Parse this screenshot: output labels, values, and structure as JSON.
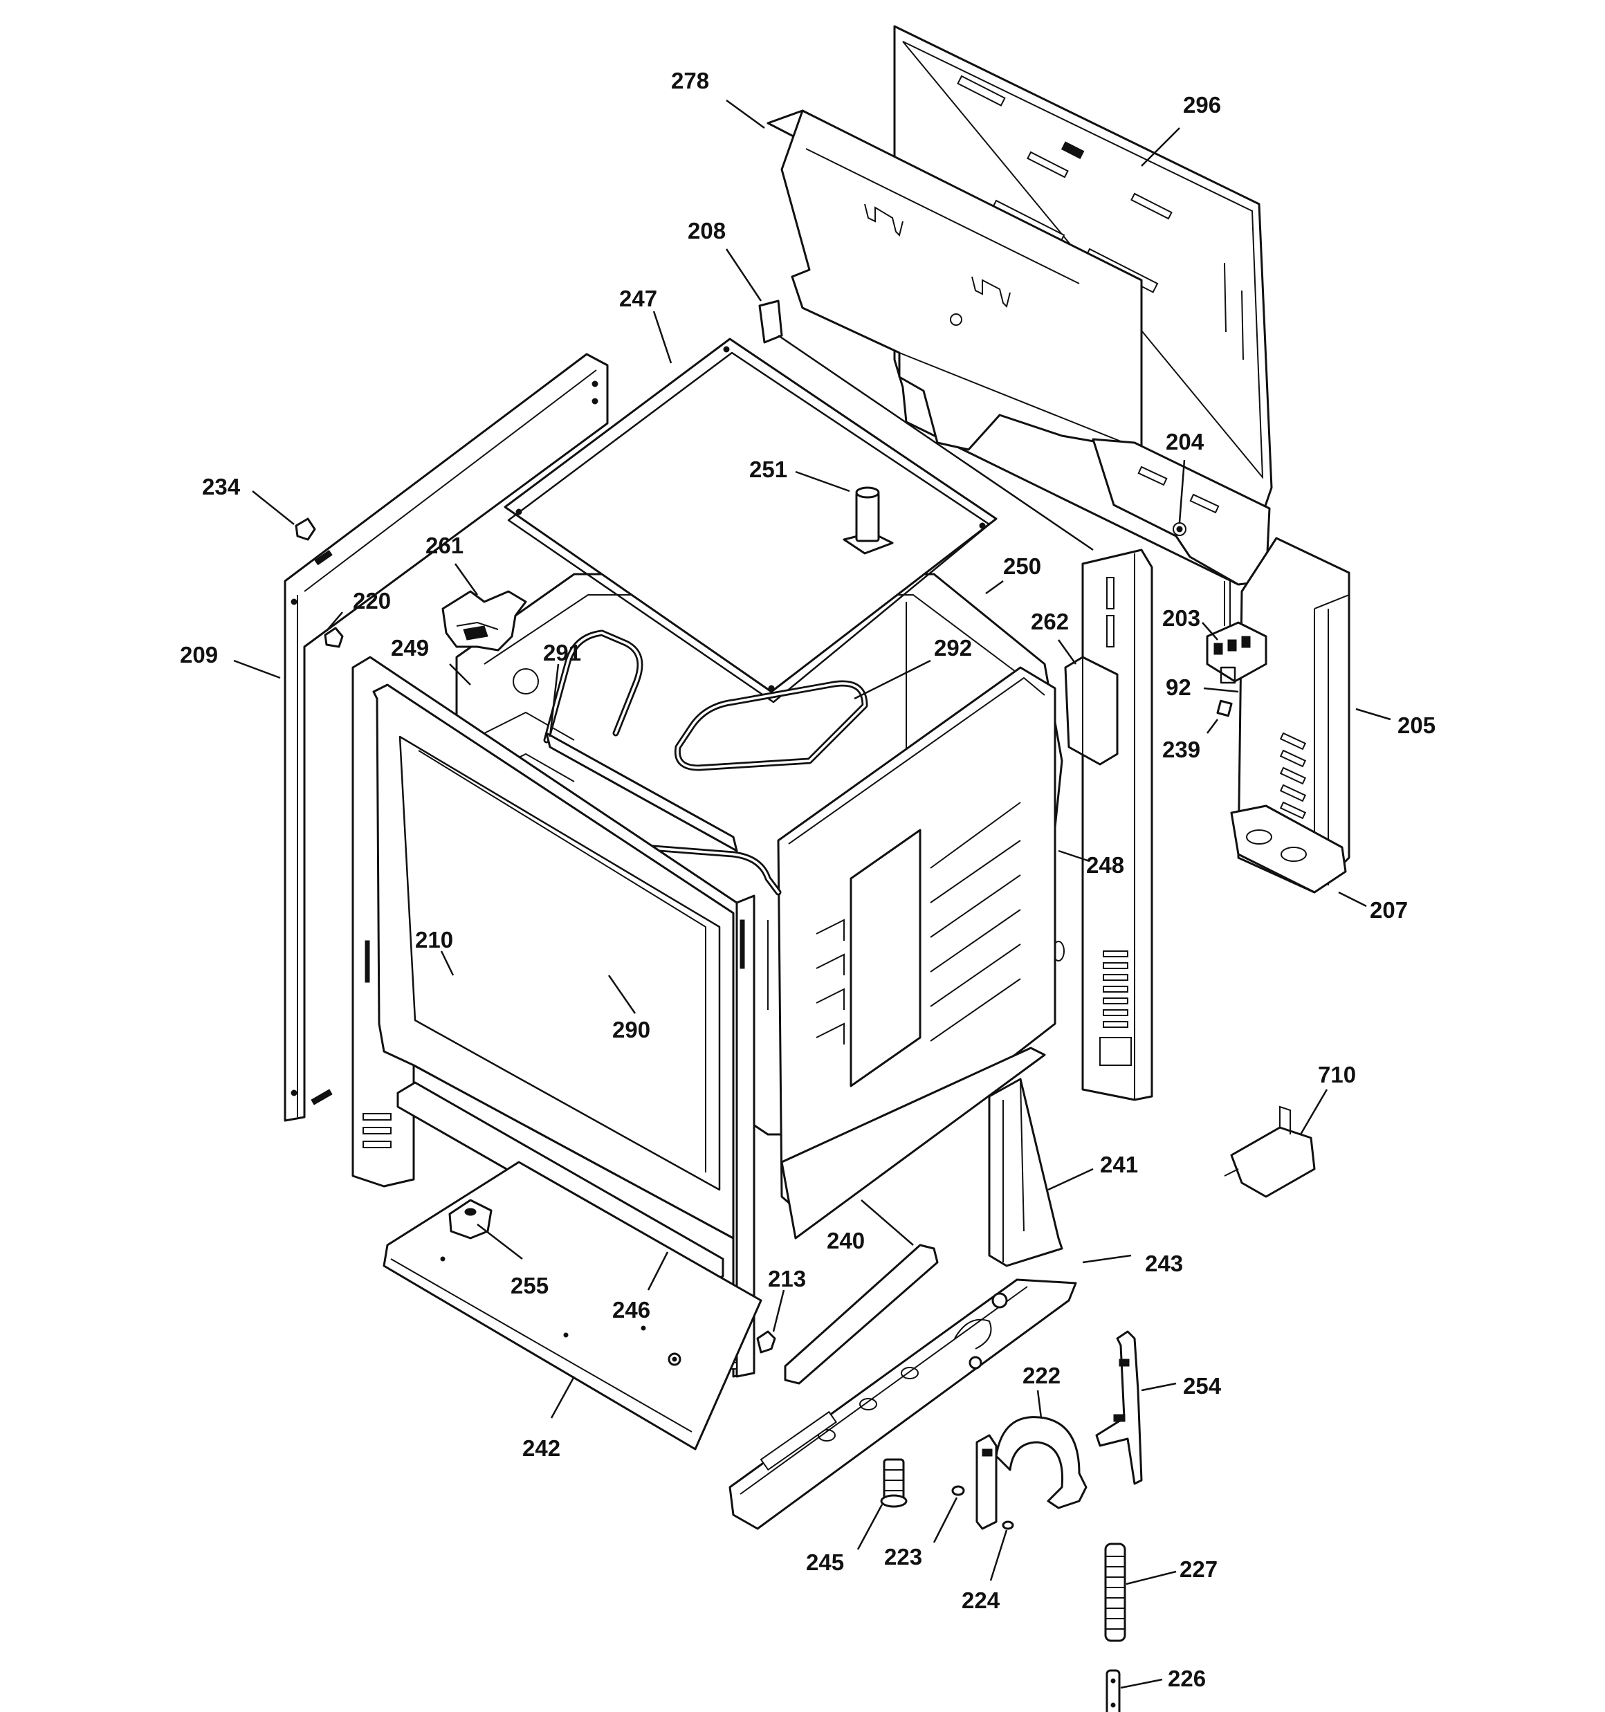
{
  "diagram": {
    "callouts": [
      {
        "id": "278",
        "text": "278"
      },
      {
        "id": "296",
        "text": "296"
      },
      {
        "id": "208",
        "text": "208"
      },
      {
        "id": "247",
        "text": "247"
      },
      {
        "id": "251",
        "text": "251"
      },
      {
        "id": "204",
        "text": "204"
      },
      {
        "id": "234",
        "text": "234"
      },
      {
        "id": "261",
        "text": "261"
      },
      {
        "id": "250",
        "text": "250"
      },
      {
        "id": "220",
        "text": "220"
      },
      {
        "id": "262",
        "text": "262"
      },
      {
        "id": "203",
        "text": "203"
      },
      {
        "id": "209",
        "text": "209"
      },
      {
        "id": "249",
        "text": "249"
      },
      {
        "id": "291",
        "text": "291"
      },
      {
        "id": "292",
        "text": "292"
      },
      {
        "id": "92",
        "text": "92"
      },
      {
        "id": "205",
        "text": "205"
      },
      {
        "id": "239",
        "text": "239"
      },
      {
        "id": "248",
        "text": "248"
      },
      {
        "id": "207",
        "text": "207"
      },
      {
        "id": "210",
        "text": "210"
      },
      {
        "id": "290",
        "text": "290"
      },
      {
        "id": "710",
        "text": "710"
      },
      {
        "id": "241",
        "text": "241"
      },
      {
        "id": "240",
        "text": "240"
      },
      {
        "id": "255",
        "text": "255"
      },
      {
        "id": "213",
        "text": "213"
      },
      {
        "id": "243",
        "text": "243"
      },
      {
        "id": "246",
        "text": "246"
      },
      {
        "id": "222",
        "text": "222"
      },
      {
        "id": "254",
        "text": "254"
      },
      {
        "id": "242",
        "text": "242"
      },
      {
        "id": "245",
        "text": "245"
      },
      {
        "id": "223",
        "text": "223"
      },
      {
        "id": "224",
        "text": "224"
      },
      {
        "id": "227",
        "text": "227"
      },
      {
        "id": "226",
        "text": "226"
      }
    ]
  }
}
